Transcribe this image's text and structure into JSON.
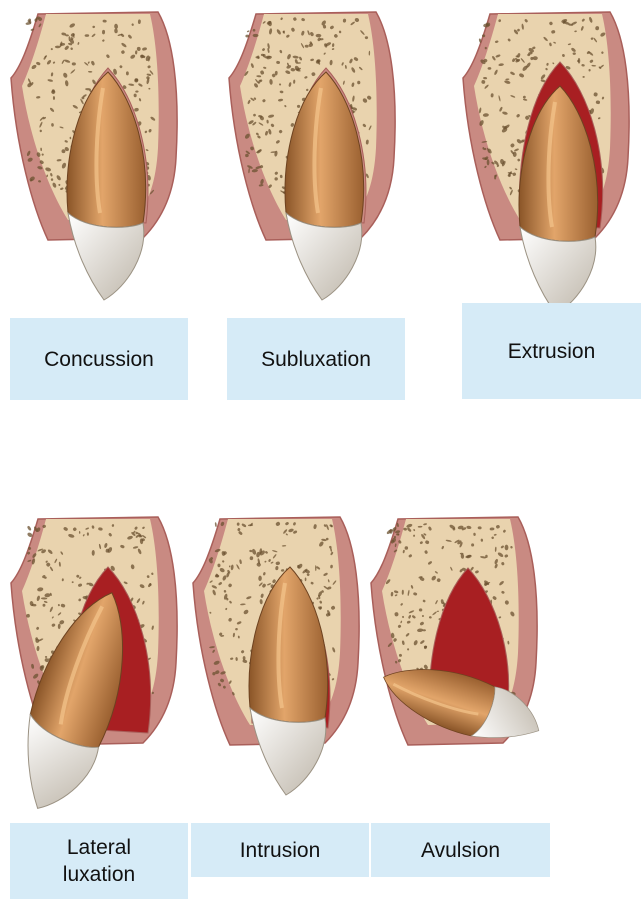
{
  "colors": {
    "bone": "#e9d3ae",
    "bone_speck": "#6b5130",
    "gum": "#c98a82",
    "gum_edge": "#a95f5a",
    "socket_blood": "#a81f22",
    "root": "#b9773f",
    "root_highlight": "#e2a56a",
    "crown": "#ece6dc",
    "label_bg": "#d6ebf7"
  },
  "panels": [
    {
      "id": "concussion",
      "label": "Concussion"
    },
    {
      "id": "subluxation",
      "label": "Subluxation"
    },
    {
      "id": "extrusion",
      "label": "Extrusion"
    },
    {
      "id": "lateral-luxation",
      "label": "Lateral\nluxation"
    },
    {
      "id": "intrusion",
      "label": "Intrusion"
    },
    {
      "id": "avulsion",
      "label": "Avulsion"
    }
  ]
}
